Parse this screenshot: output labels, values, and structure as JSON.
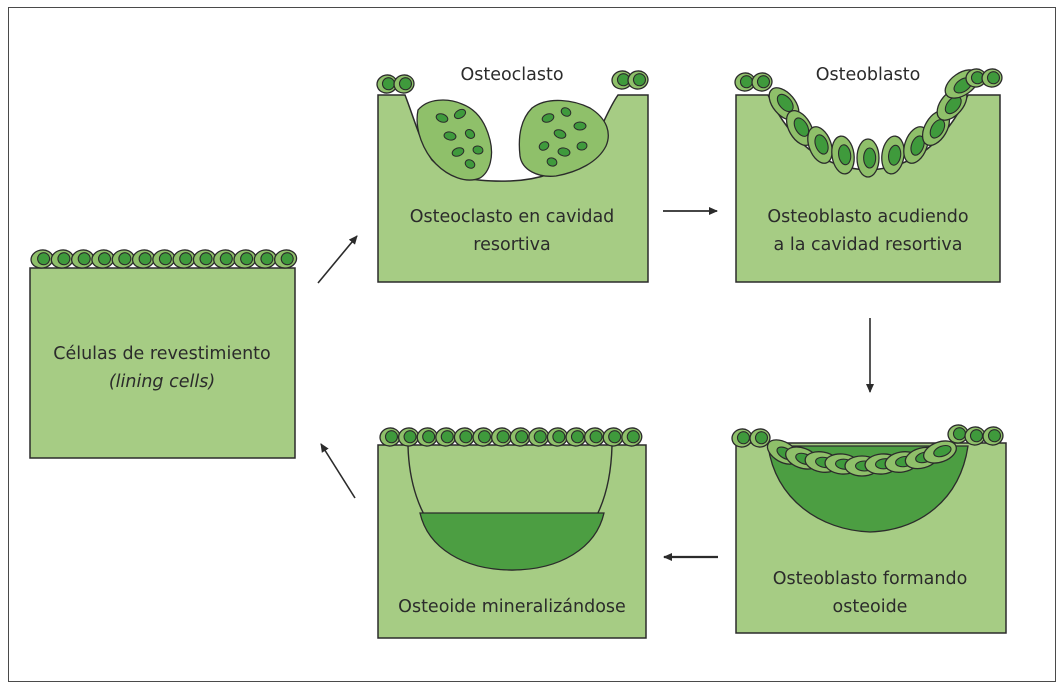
{
  "panels": {
    "lining": {
      "line1": "Células de revestimiento",
      "line2": "(lining cells)"
    },
    "osteoclast": {
      "title": "Osteoclasto",
      "line1": "Osteoclasto en cavidad",
      "line2": "resortiva"
    },
    "osteoblast_arriving": {
      "title": "Osteoblasto",
      "line1": "Osteoblasto acudiendo",
      "line2": "a la cavidad resortiva"
    },
    "osteoblast_forming": {
      "line1": "Osteoblasto formando",
      "line2": "osteoide"
    },
    "osteoid_mineralizing": {
      "line1": "Osteoide mineralizándose"
    }
  },
  "colors": {
    "bone": "#a6cc84",
    "cell": "#8fc06a",
    "nucleus": "#3f9a3c",
    "osteoid": "#4c9e42",
    "outline": "#2b2b2b"
  }
}
